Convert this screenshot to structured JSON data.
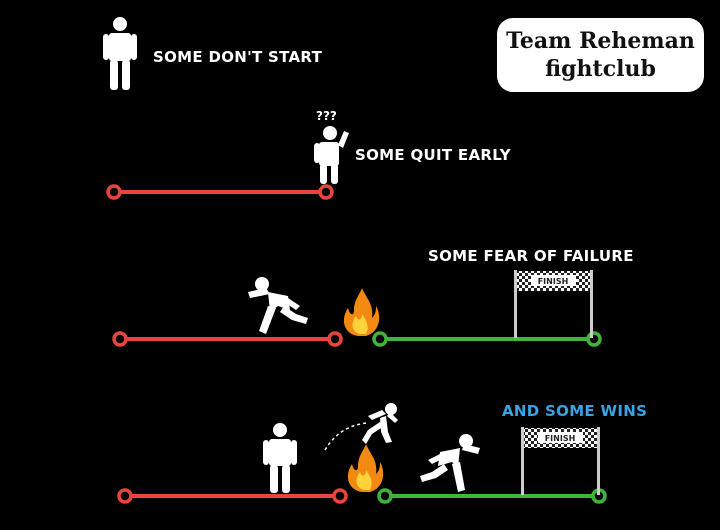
{
  "brand": {
    "line1": "Team Reheman",
    "line2": "fightclub"
  },
  "labels": {
    "dont_start": "SOME DON'T START",
    "quit_early": "SOME QUIT EARLY",
    "fear_failure": "SOME FEAR OF FAILURE",
    "some_wins": "AND SOME WINS"
  },
  "question_marks": "???",
  "finish_text": "FINISH",
  "colors": {
    "red_track": "#e8453c",
    "green_track": "#3fb63a",
    "wins_blue": "#3aa3e6",
    "background": "#000000",
    "figure": "#ffffff"
  },
  "icons": [
    "person-standing-icon",
    "person-confused-icon",
    "person-running-icon",
    "person-jumping-icon",
    "fire-icon",
    "finish-gate-icon"
  ]
}
